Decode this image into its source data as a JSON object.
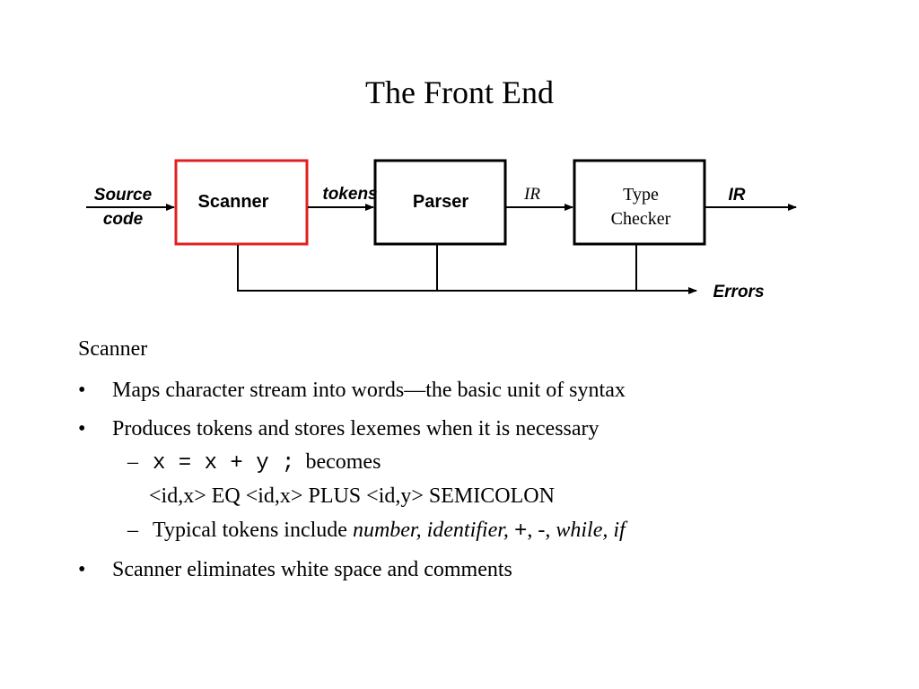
{
  "title": "The Front End",
  "diagram": {
    "input_label_line1": "Source",
    "input_label_line2": "code",
    "scanner_label": "Scanner",
    "tokens_label": "tokens",
    "parser_label": "Parser",
    "ir_label_1": "IR",
    "type_checker_line1": "Type",
    "type_checker_line2": "Checker",
    "ir_label_2": "IR",
    "errors_label": "Errors",
    "scanner_border_color": "#e02020"
  },
  "content": {
    "heading": "Scanner",
    "bullet_symbol": "•",
    "dash_symbol": "–",
    "bullet1": "Maps character stream into words—the basic unit of syntax",
    "bullet2": "Produces tokens and stores lexemes when it is necessary",
    "sub1_code": "x = x + y ;",
    "sub1_text": "becomes",
    "sub1_continuation": "<id,x> EQ <id,x> PLUS <id,y> SEMICOLON",
    "sub2_prefix": "Typical tokens include ",
    "sub2_items_a": "number, identifier, ",
    "sub2_plus": "+",
    "sub2_items_b": ", -, ",
    "sub2_items_c": "while, if",
    "bullet3": "Scanner eliminates white space and comments"
  }
}
